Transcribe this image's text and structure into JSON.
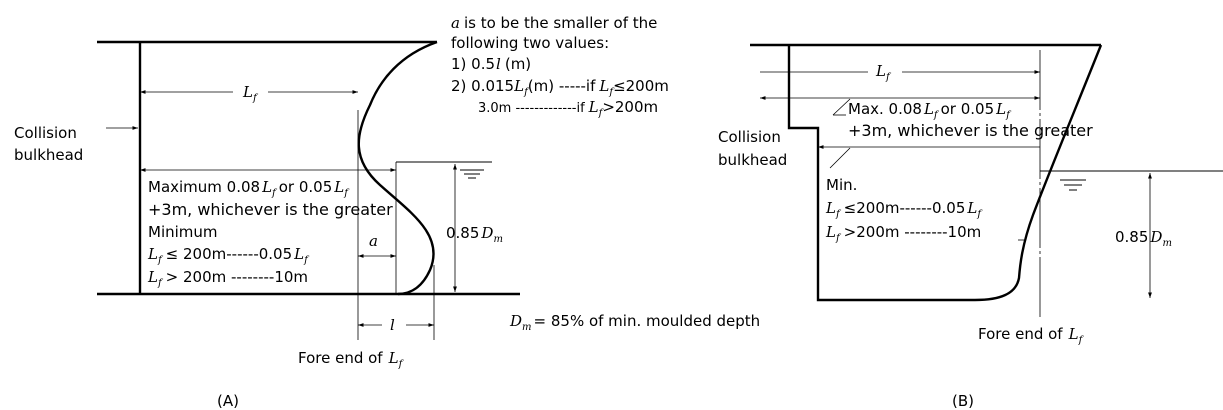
{
  "notes": {
    "a_rule_line1": "is to be the smaller of the",
    "a_rule_line2": "following two values:",
    "a_rule_opt1_prefix": "1) 0.5",
    "a_rule_opt1_unit": "(m)",
    "a_rule_opt2_prefix": "2) 0.015",
    "a_rule_opt2_unit": "(m) -----if",
    "a_rule_opt2_cond": "≤200m",
    "a_rule_opt3_prefix": "3.0m -------------if",
    "a_rule_opt3_cond": ">200m",
    "dm_def": "= 85% of min. moulded depth"
  },
  "symbols": {
    "a": "a",
    "l": "l",
    "L": "L",
    "f": "f",
    "D": "D",
    "m": "m"
  },
  "diagram_a": {
    "caption": "(A)",
    "collision1": "Collision",
    "collision2": "bulkhead",
    "max_prefix": "Maximum 0.08",
    "max_or": "or 0.05",
    "max_line2": "+3m, whichever is the greater",
    "min_label": "Minimum",
    "min_cond1_val": "≤ 200m------0.05",
    "min_cond2_val": "> 200m --------10m",
    "depth_prefix": "0.85",
    "fore_end": "Fore end of"
  },
  "diagram_b": {
    "caption": "(B)",
    "collision1": "Collision",
    "collision2": "bulkhead",
    "max_prefix": "Max. 0.08",
    "max_or": "or 0.05",
    "max_line2": "+3m, whichever is the greater",
    "min_label": "Min.",
    "min_cond1_val": "≤200m------0.05",
    "min_cond2_val": ">200m --------10m",
    "depth_prefix": "0.85",
    "fore_end": "Fore end of"
  }
}
